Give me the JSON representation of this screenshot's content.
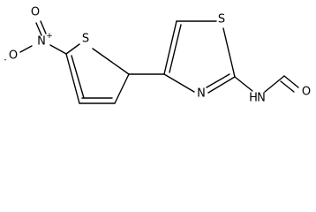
{
  "molecule": {
    "atoms": {
      "nitro_o_minus": "O",
      "nitro_o_minus_charge": "-",
      "nitro_n": "N",
      "nitro_n_charge": "+",
      "nitro_o_double": "O",
      "thiophene_s": "S",
      "thiazole_s": "S",
      "thiazole_n": "N",
      "amide_nh": "H",
      "amide_n": "N",
      "formyl_o": "O"
    }
  }
}
